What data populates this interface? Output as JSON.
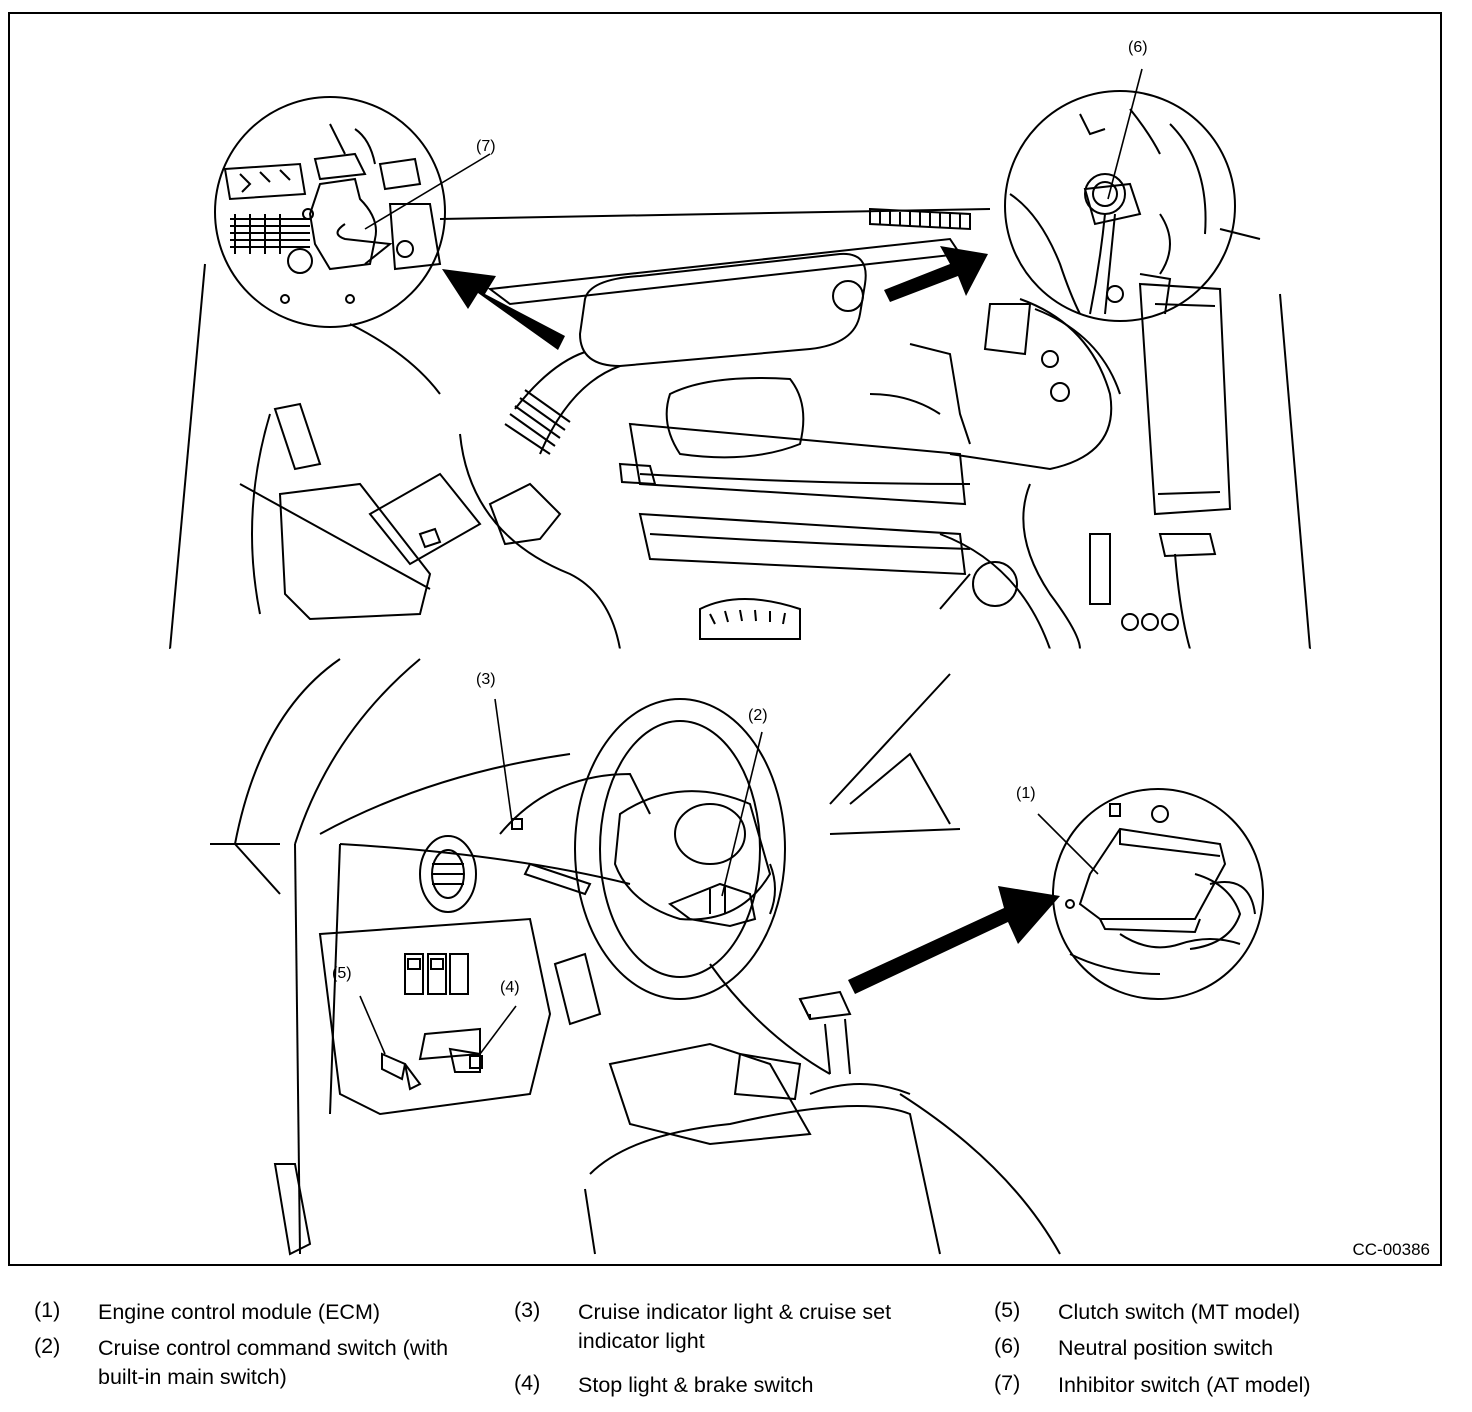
{
  "figure": {
    "code": "CC-00386",
    "callouts": {
      "c1": "(1)",
      "c2": "(2)",
      "c3": "(3)",
      "c4": "(4)",
      "c5": "(5)",
      "c6": "(6)",
      "c7": "(7)"
    }
  },
  "legend": [
    {
      "num": "(1)",
      "text": "Engine control module (ECM)"
    },
    {
      "num": "(2)",
      "text": "Cruise control command switch (with built-in main switch)"
    },
    {
      "num": "(3)",
      "text": "Cruise indicator light & cruise set indicator light"
    },
    {
      "num": "(4)",
      "text": "Stop light & brake switch"
    },
    {
      "num": "(5)",
      "text": "Clutch switch (MT model)"
    },
    {
      "num": "(6)",
      "text": "Neutral position switch"
    },
    {
      "num": "(7)",
      "text": "Inhibitor switch (AT model)"
    }
  ]
}
